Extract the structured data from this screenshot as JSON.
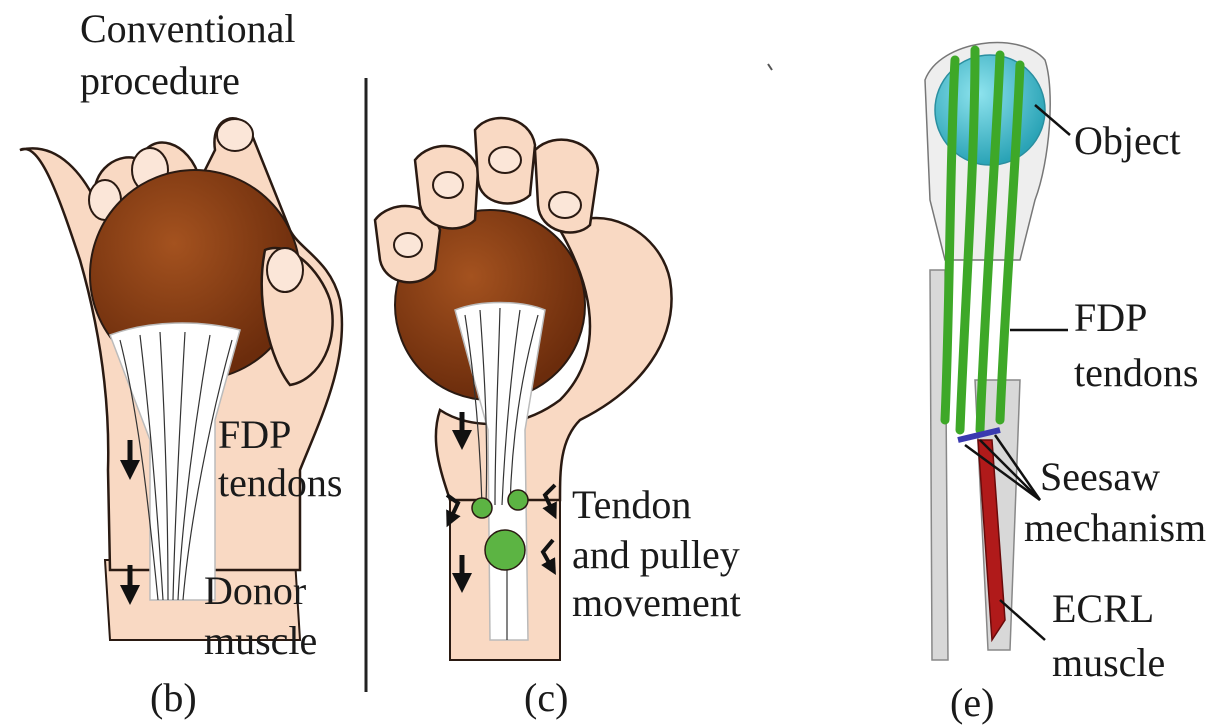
{
  "panel_b": {
    "title_line1": "Conventional",
    "title_line2": "procedure",
    "label_tendons_1": "FDP",
    "label_tendons_2": "tendons",
    "label_donor_1": "Donor",
    "label_donor_2": "muscle",
    "caption": "(b)"
  },
  "panel_c": {
    "label_pulley_1": "Tendon",
    "label_pulley_2": "and pulley",
    "label_pulley_3": "movement",
    "caption": "(c)"
  },
  "panel_e": {
    "label_object": "Object",
    "label_tendons_1": "FDP",
    "label_tendons_2": "tendons",
    "label_seesaw_1": "Seesaw",
    "label_seesaw_2": "mechanism",
    "label_ecrl_1": "ECRL",
    "label_ecrl_2": "muscle",
    "caption": "(e)"
  },
  "colors": {
    "skin": "#f9d9c3",
    "skin_outline": "#2a1a12",
    "ball": "#8a3f16",
    "tendon_green": "#3ea828",
    "pulley_green": "#5cb443",
    "sphere_cyan": "#3fbfd0",
    "muscle_red": "#b01a1a",
    "seesaw_blue": "#3a3ab0",
    "bone_gray": "#d8d8d8"
  }
}
